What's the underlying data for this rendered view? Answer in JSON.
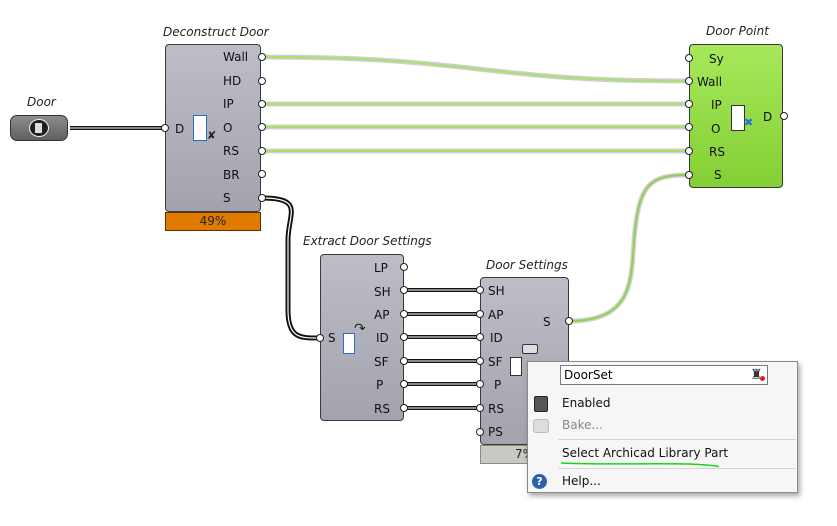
{
  "components": {
    "door_param": {
      "title": "Door"
    },
    "deconstruct_door": {
      "title": "Deconstruct Door",
      "input": "D",
      "outputs": [
        "Wall",
        "HD",
        "IP",
        "O",
        "RS",
        "BR",
        "S"
      ],
      "progress": "49%"
    },
    "door_point": {
      "title": "Door Point",
      "inputs": [
        "Sy",
        "Wall",
        "IP",
        "O",
        "RS",
        "S"
      ],
      "output": "D"
    },
    "extract_door_settings": {
      "title": "Extract Door Settings",
      "input": "S",
      "outputs": [
        "LP",
        "SH",
        "AP",
        "ID",
        "SF",
        "P",
        "RS"
      ]
    },
    "door_settings": {
      "title": "Door Settings",
      "inputs": [
        "SH",
        "AP",
        "ID",
        "SF",
        "P",
        "RS",
        "PS"
      ],
      "output": "S",
      "progress": "7%"
    }
  },
  "context_menu": {
    "name_value": "DoorSet",
    "items": {
      "enabled": "Enabled",
      "bake": "Bake...",
      "select_library_part": "Select Archicad Library Part",
      "help": "Help..."
    }
  },
  "colors": {
    "canvas": "#ffffff",
    "component_grey": "#b3b3bc",
    "component_green": "#95dc45",
    "progress_orange": "#e07b00",
    "wire_grey": "#d4d4d4",
    "wire_green": "#8fd24a",
    "wire_black": "#111111",
    "highlight_underline": "#16d616"
  }
}
